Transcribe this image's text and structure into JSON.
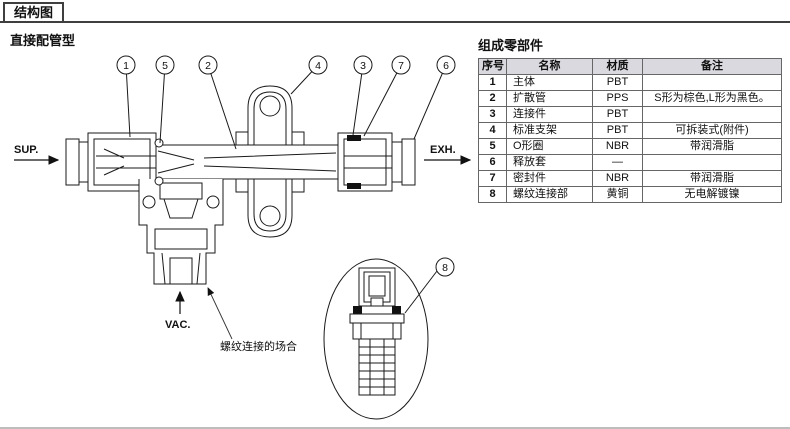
{
  "page": {
    "title": "结构图",
    "section_title": "直接配管型"
  },
  "diagram": {
    "sup_label": "SUP.",
    "exh_label": "EXH.",
    "vac_label": "VAC.",
    "thread_note": "螺纹连接的场合",
    "callouts": [
      "1",
      "5",
      "2",
      "4",
      "3",
      "7",
      "6",
      "8"
    ]
  },
  "parts_table": {
    "title": "组成零部件",
    "headers": [
      "序号",
      "名称",
      "材质",
      "备注"
    ],
    "rows": [
      {
        "no": "1",
        "name": "主体",
        "material": "PBT",
        "remark": ""
      },
      {
        "no": "2",
        "name": "扩散管",
        "material": "PPS",
        "remark": "S形为棕色,L形为黑色。"
      },
      {
        "no": "3",
        "name": "连接件",
        "material": "PBT",
        "remark": ""
      },
      {
        "no": "4",
        "name": "标准支架",
        "material": "PBT",
        "remark": "可拆装式(附件)"
      },
      {
        "no": "5",
        "name": "O形圈",
        "material": "NBR",
        "remark": "带润滑脂"
      },
      {
        "no": "6",
        "name": "释放套",
        "material": "—",
        "remark": ""
      },
      {
        "no": "7",
        "name": "密封件",
        "material": "NBR",
        "remark": "带润滑脂"
      },
      {
        "no": "8",
        "name": "螺纹连接部",
        "material": "黄铜",
        "remark": "无电解镀镍"
      }
    ]
  }
}
